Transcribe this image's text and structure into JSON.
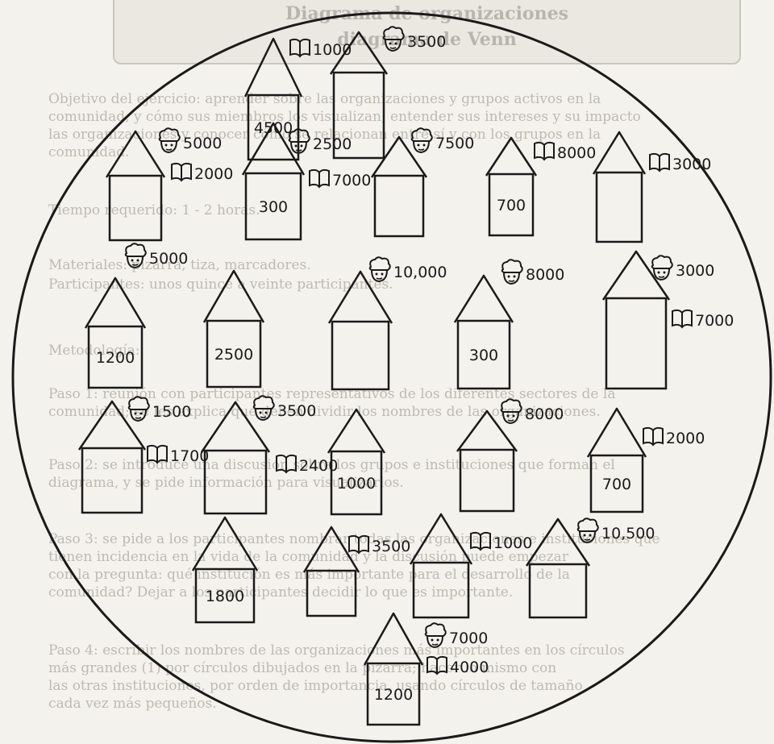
{
  "diagram": {
    "houses": [
      {
        "id": "h1",
        "label": "4500",
        "icons": [
          {
            "type": "book",
            "value": "1000"
          }
        ]
      },
      {
        "id": "h2",
        "label": "",
        "icons": [
          {
            "type": "person",
            "value": "3500"
          }
        ]
      },
      {
        "id": "h3",
        "label": "",
        "icons": [
          {
            "type": "person",
            "value": "5000"
          },
          {
            "type": "book",
            "value": "2000"
          }
        ]
      },
      {
        "id": "h4",
        "label": "300",
        "icons": [
          {
            "type": "person",
            "value": "2500"
          },
          {
            "type": "book",
            "value": "7000"
          }
        ]
      },
      {
        "id": "h5",
        "label": "",
        "icons": [
          {
            "type": "person",
            "value": "7500"
          }
        ]
      },
      {
        "id": "h6",
        "label": "700",
        "icons": [
          {
            "type": "book",
            "value": "8000"
          }
        ]
      },
      {
        "id": "h7",
        "label": "",
        "icons": [
          {
            "type": "book",
            "value": "3000"
          }
        ]
      },
      {
        "id": "h8",
        "label": "1200",
        "icons": [
          {
            "type": "person",
            "value": "5000"
          }
        ]
      },
      {
        "id": "h9",
        "label": "2500",
        "icons": []
      },
      {
        "id": "h10",
        "label": "",
        "icons": [
          {
            "type": "person",
            "value": "10,000"
          }
        ]
      },
      {
        "id": "h11",
        "label": "300",
        "icons": [
          {
            "type": "person",
            "value": "8000"
          }
        ]
      },
      {
        "id": "h12",
        "label": "",
        "icons": [
          {
            "type": "person",
            "value": "3000"
          },
          {
            "type": "book",
            "value": "7000"
          }
        ]
      },
      {
        "id": "h13",
        "label": "",
        "icons": [
          {
            "type": "person",
            "value": "1500"
          },
          {
            "type": "book",
            "value": "1700"
          }
        ]
      },
      {
        "id": "h14",
        "label": "",
        "icons": [
          {
            "type": "person",
            "value": "3500"
          },
          {
            "type": "book",
            "value": "2400"
          }
        ]
      },
      {
        "id": "h15",
        "label": "1000",
        "icons": []
      },
      {
        "id": "h16",
        "label": "",
        "icons": [
          {
            "type": "person",
            "value": "8000"
          }
        ]
      },
      {
        "id": "h17",
        "label": "700",
        "icons": [
          {
            "type": "book",
            "value": "2000"
          }
        ]
      },
      {
        "id": "h18",
        "label": "1800",
        "icons": []
      },
      {
        "id": "h19",
        "label": "",
        "icons": [
          {
            "type": "book",
            "value": "3500"
          }
        ]
      },
      {
        "id": "h20",
        "label": "",
        "icons": [
          {
            "type": "book",
            "value": "1000"
          }
        ]
      },
      {
        "id": "h21",
        "label": "",
        "icons": [
          {
            "type": "person",
            "value": "10,500"
          }
        ]
      },
      {
        "id": "h22",
        "label": "1200",
        "icons": [
          {
            "type": "person",
            "value": "7000"
          },
          {
            "type": "book",
            "value": "4000"
          }
        ]
      }
    ]
  },
  "background": {
    "title_line1": "Diagrama de organizaciones",
    "title_line2": "diagrama de Venn",
    "lines": [
      "Objetivo del ejercicio: aprender sobre las organizaciones y grupos activos en la",
      "comunidad, y cómo sus miembros los visualizan; entender sus intereses y su impacto",
      "las organizaciones y conocer cómo se relacionan entre sí y con los grupos en la",
      "comunidad.",
      "Tiempo requerido: 1 - 2 horas.",
      "Materiales: pizarra, tiza, marcadores.",
      "Participantes: unos quince a veinte participantes.",
      "Metodología:",
      "Paso 1: reunión con participantes representativos de los diferentes sectores de la",
      "comunidad; se les explica que deben dividir los nombres de las organizaciones.",
      "Paso 2: se introduce una discusión sobre los grupos e instituciones que forman el",
      "diagrama, y se pide información para visualizarlos.",
      "Paso 3: se pide a los participantes nombrar todas las organizaciones e instituciones que",
      "tienen incidencia en la vida de la comunidad y la discusión puede empezar",
      "con la pregunta: qué institución es más importante para el desarrollo de la",
      "comunidad? Dejar a los participantes decidir lo que es importante.",
      "Paso 4: escribir los nombres de las organizaciones más importantes en los círculos",
      "más grandes (1) por círculos dibujados en la pizarra; hacer lo mismo con",
      "las otras instituciones, por orden de importancia, usando círculos de tamaño",
      "cada vez más pequeños."
    ]
  }
}
